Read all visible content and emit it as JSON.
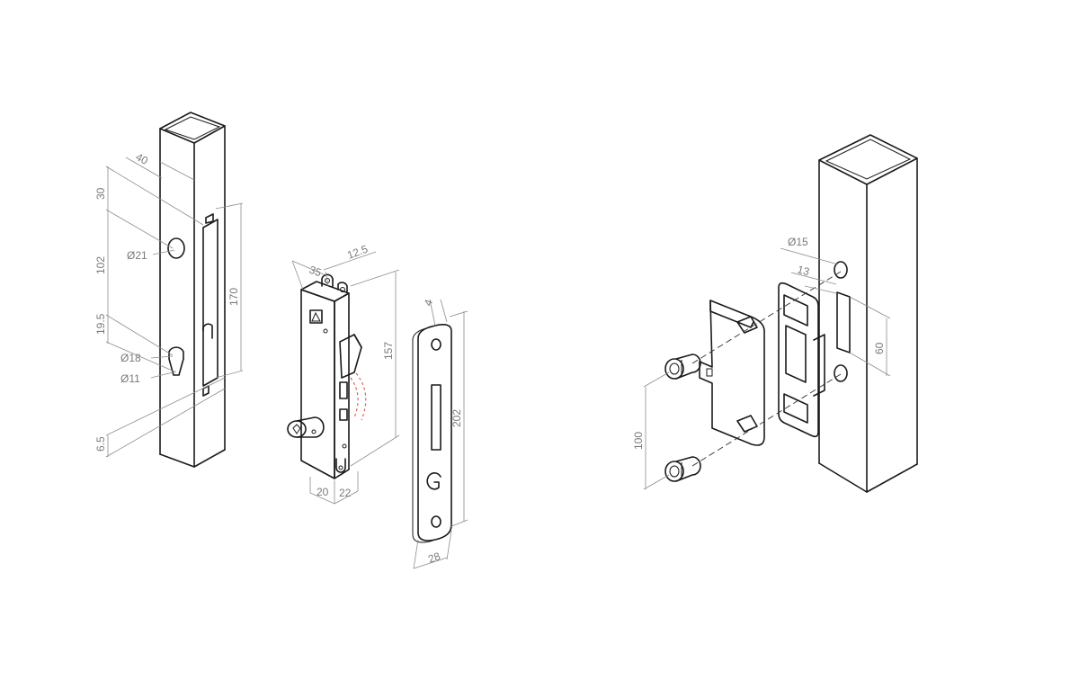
{
  "drawing": {
    "post_left": {
      "width_dim": "40",
      "top_offset_dim": "30",
      "hole_dia": "Ø21",
      "hole_spacing_dim": "102",
      "slot_offset_dim": "19.5",
      "keyhole_dia": "Ø18",
      "keyhole_small_dia": "Ø11",
      "slot_height_dim": "170",
      "bottom_offset_dim": "6.5"
    },
    "lock_body": {
      "depth_dim": "35",
      "faceplate_dim": "12.5",
      "height_dim": "157",
      "backset_dim": "20",
      "front_dim": "22"
    },
    "strike_plate": {
      "thickness_dim": "4",
      "height_dim": "202",
      "width_dim": "28",
      "logo_letter": "G"
    },
    "post_right": {
      "hole_dia": "Ø15",
      "offset_dim": "13",
      "slot_dim": "60",
      "bolt_spacing_dim": "100"
    }
  }
}
